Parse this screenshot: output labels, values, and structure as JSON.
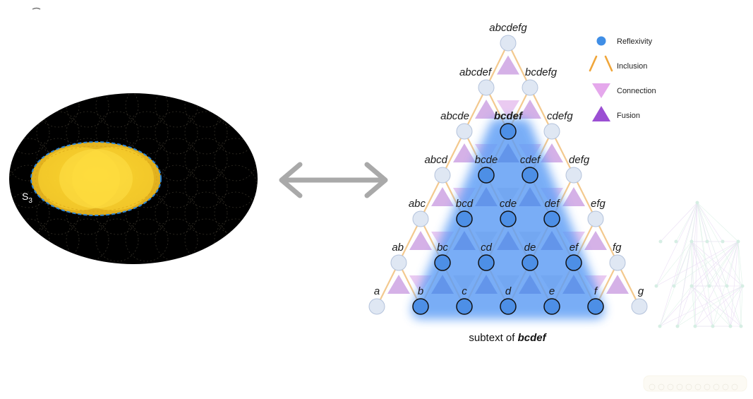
{
  "ellipse_panel": {
    "region_label": "S",
    "region_subscript": "3",
    "colors": {
      "background": "#000000",
      "region_fill": "#f9c92a",
      "region_outline": "#2f86d6"
    }
  },
  "arrow": {
    "name": "double-headed-arrow",
    "color": "#a9a9a9"
  },
  "lattice": {
    "rows": [
      [
        "abcdefg"
      ],
      [
        "abcdef",
        "bcdefg"
      ],
      [
        "abcde",
        "bcdef",
        "cdefg"
      ],
      [
        "abcd",
        "bcde",
        "cdef",
        "defg"
      ],
      [
        "abc",
        "bcd",
        "cde",
        "def",
        "efg"
      ],
      [
        "ab",
        "bc",
        "cd",
        "de",
        "ef",
        "fg"
      ],
      [
        "a",
        "b",
        "c",
        "d",
        "e",
        "f",
        "g"
      ]
    ],
    "highlighted_focus": "bcdef",
    "colors": {
      "node_default": "#dfe7f3",
      "node_highlight": "#4d8fe6",
      "subtext_region": "#5b9cf5",
      "inclusion_edge": "#f3c98e",
      "connection_triangle": "#e3b8ec",
      "fusion_triangle": "#c99be0"
    }
  },
  "caption": {
    "prefix": "subtext of ",
    "emphasis": "bcdef"
  },
  "legend": [
    {
      "id": "reflexivity",
      "label": "Reflexivity",
      "icon": "circle-icon",
      "color": "#3f8ee6"
    },
    {
      "id": "inclusion",
      "label": "Inclusion",
      "icon": "slanted-lines-icon",
      "color": "#f0a63a"
    },
    {
      "id": "connection",
      "label": "Connection",
      "icon": "down-triangle-icon",
      "color": "#e5a8ec"
    },
    {
      "id": "fusion",
      "label": "Fusion",
      "icon": "up-triangle-icon",
      "color": "#9b4fd3"
    }
  ],
  "faded_graph": {
    "name": "faded-network-graph"
  }
}
